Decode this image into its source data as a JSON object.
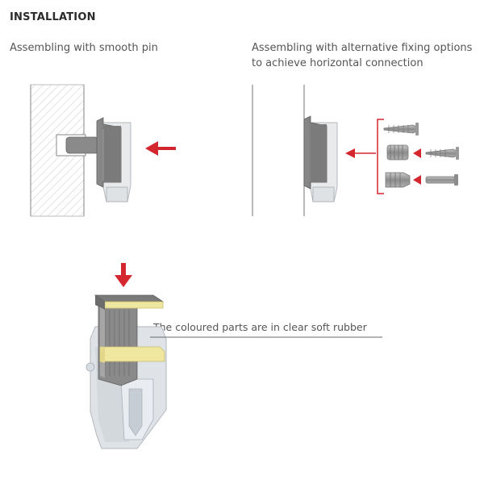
{
  "heading": "INSTALLATION",
  "left_caption": "Assembling with smooth pin",
  "right_caption_line1": "Assembling with alternative fixing options",
  "right_caption_line2": "to achieve horizontal connection",
  "note": "The coloured parts are in clear soft rubber",
  "colors": {
    "accent_red": "#d3262f",
    "part_dark": "#7d7d7d",
    "part_light": "#e4e6e8",
    "rubber_yellow": "#efe6a0",
    "text": "#555555"
  }
}
